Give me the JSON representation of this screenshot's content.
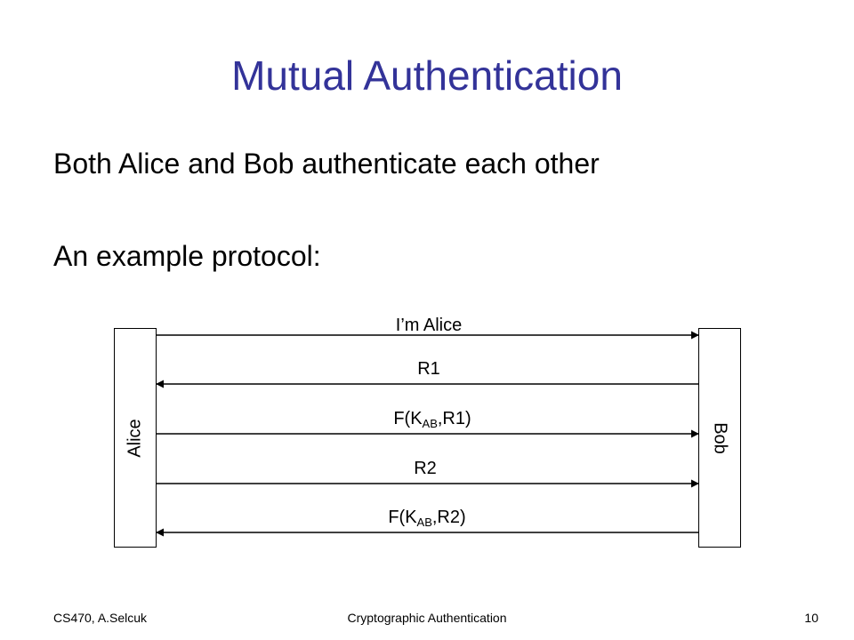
{
  "slide": {
    "title": "Mutual Authentication",
    "bullets": [
      "Both Alice and Bob authenticate each other",
      "An example protocol:"
    ]
  },
  "protocol": {
    "left_party": "Alice",
    "right_party": "Bob",
    "messages": [
      {
        "text": "I’m Alice",
        "direction": "alice-to-bob"
      },
      {
        "text": "R1",
        "direction": "bob-to-alice"
      },
      {
        "pre": "F(K",
        "sub": "AB",
        "post": ",R1)",
        "direction": "alice-to-bob"
      },
      {
        "text": "R2",
        "direction": "alice-to-bob"
      },
      {
        "pre": "F(K",
        "sub": "AB",
        "post": ",R2)",
        "direction": "bob-to-alice"
      }
    ]
  },
  "footer": {
    "left": "CS470, A.Selcuk",
    "center": "Cryptographic Authentication",
    "page_number": "10"
  }
}
